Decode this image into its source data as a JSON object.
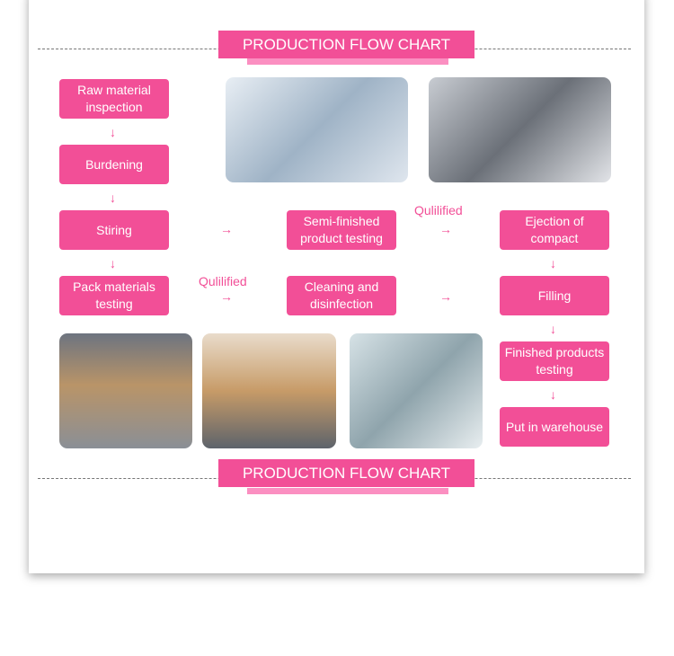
{
  "title": "PRODUCTION FLOW CHART",
  "steps": {
    "raw": "Raw material inspection",
    "burden": "Burdening",
    "stir": "Stiring",
    "pack": "Pack materials testing",
    "semi": "Semi-finished product testing",
    "clean": "Cleaning and disinfection",
    "eject": "Ejection of compact",
    "fill": "Filling",
    "finished": "Finished products testing",
    "warehouse": "Put in warehouse"
  },
  "qualified": "Qulilified",
  "colors": {
    "accent": "#f24f97",
    "underline": "#fb8fc1"
  }
}
